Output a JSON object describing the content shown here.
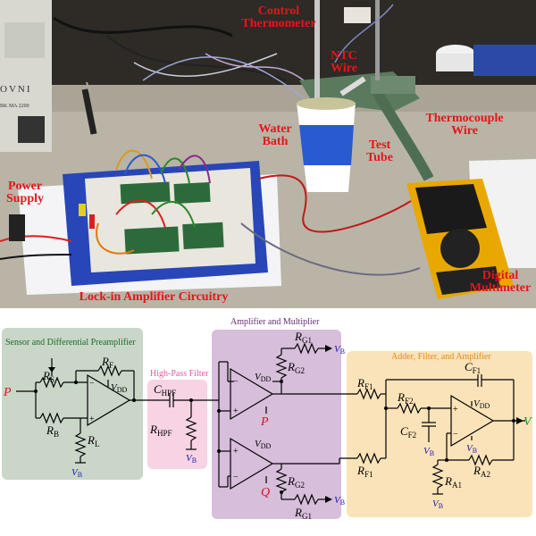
{
  "photo": {
    "labels": {
      "control_thermometer": "Control\nThermometer",
      "ntc_wire": "NTC\nWire",
      "water_bath": "Water\nBath",
      "test_tube": "Test\nTube",
      "thermocouple_wire": "Thermocouple\nWire",
      "power_supply": "Power\nSupply",
      "digital_multimeter": "Digital\nMultimeter",
      "lockin_circuitry": "Lock-in Amplifier Circuitry"
    },
    "supply_brand": "OVNI",
    "supply_model": "BK MA 2200"
  },
  "schematic": {
    "blocks": {
      "sensor": "Sensor and Differential Preamplifier",
      "hpf": "High-Pass Filter",
      "ampmult": "Amplifier and Multiplier",
      "adder": "Adder, Filter, and Amplifier"
    },
    "signals": {
      "P": "P",
      "Q": "Q",
      "V": "V",
      "VB": "V",
      "VB_sub": "B",
      "VDD": "V",
      "VDD_sub": "DD"
    },
    "components": {
      "RS": {
        "main": "R",
        "sub": "S"
      },
      "RF": {
        "main": "R",
        "sub": "F"
      },
      "RB": {
        "main": "R",
        "sub": "B"
      },
      "RL": {
        "main": "R",
        "sub": "L"
      },
      "CHPF": {
        "main": "C",
        "sub": "HPF"
      },
      "RHPF": {
        "main": "R",
        "sub": "HPF"
      },
      "RG1": {
        "main": "R",
        "sub": "G1"
      },
      "RG2": {
        "main": "R",
        "sub": "G2"
      },
      "RF1": {
        "main": "R",
        "sub": "F1"
      },
      "RF2": {
        "main": "R",
        "sub": "F2"
      },
      "CF1": {
        "main": "C",
        "sub": "F1"
      },
      "CF2": {
        "main": "C",
        "sub": "F2"
      },
      "RA1": {
        "main": "R",
        "sub": "A1"
      },
      "RA2": {
        "main": "R",
        "sub": "A2"
      }
    },
    "colors": {
      "sensor_bg": "#c9d6c8",
      "hpf_bg": "#f7d3e3",
      "ampmult_bg": "#d7bedb",
      "adder_bg": "#fbe3b9",
      "sensor_title": "#1d6a2a",
      "hpf_title": "#e05aa0",
      "ampmult_title": "#6a2a7a",
      "adder_title": "#e08a1a",
      "P_color": "#d8141b",
      "V_color": "#1a8a2a",
      "VB_color": "#1a1aa8"
    }
  }
}
